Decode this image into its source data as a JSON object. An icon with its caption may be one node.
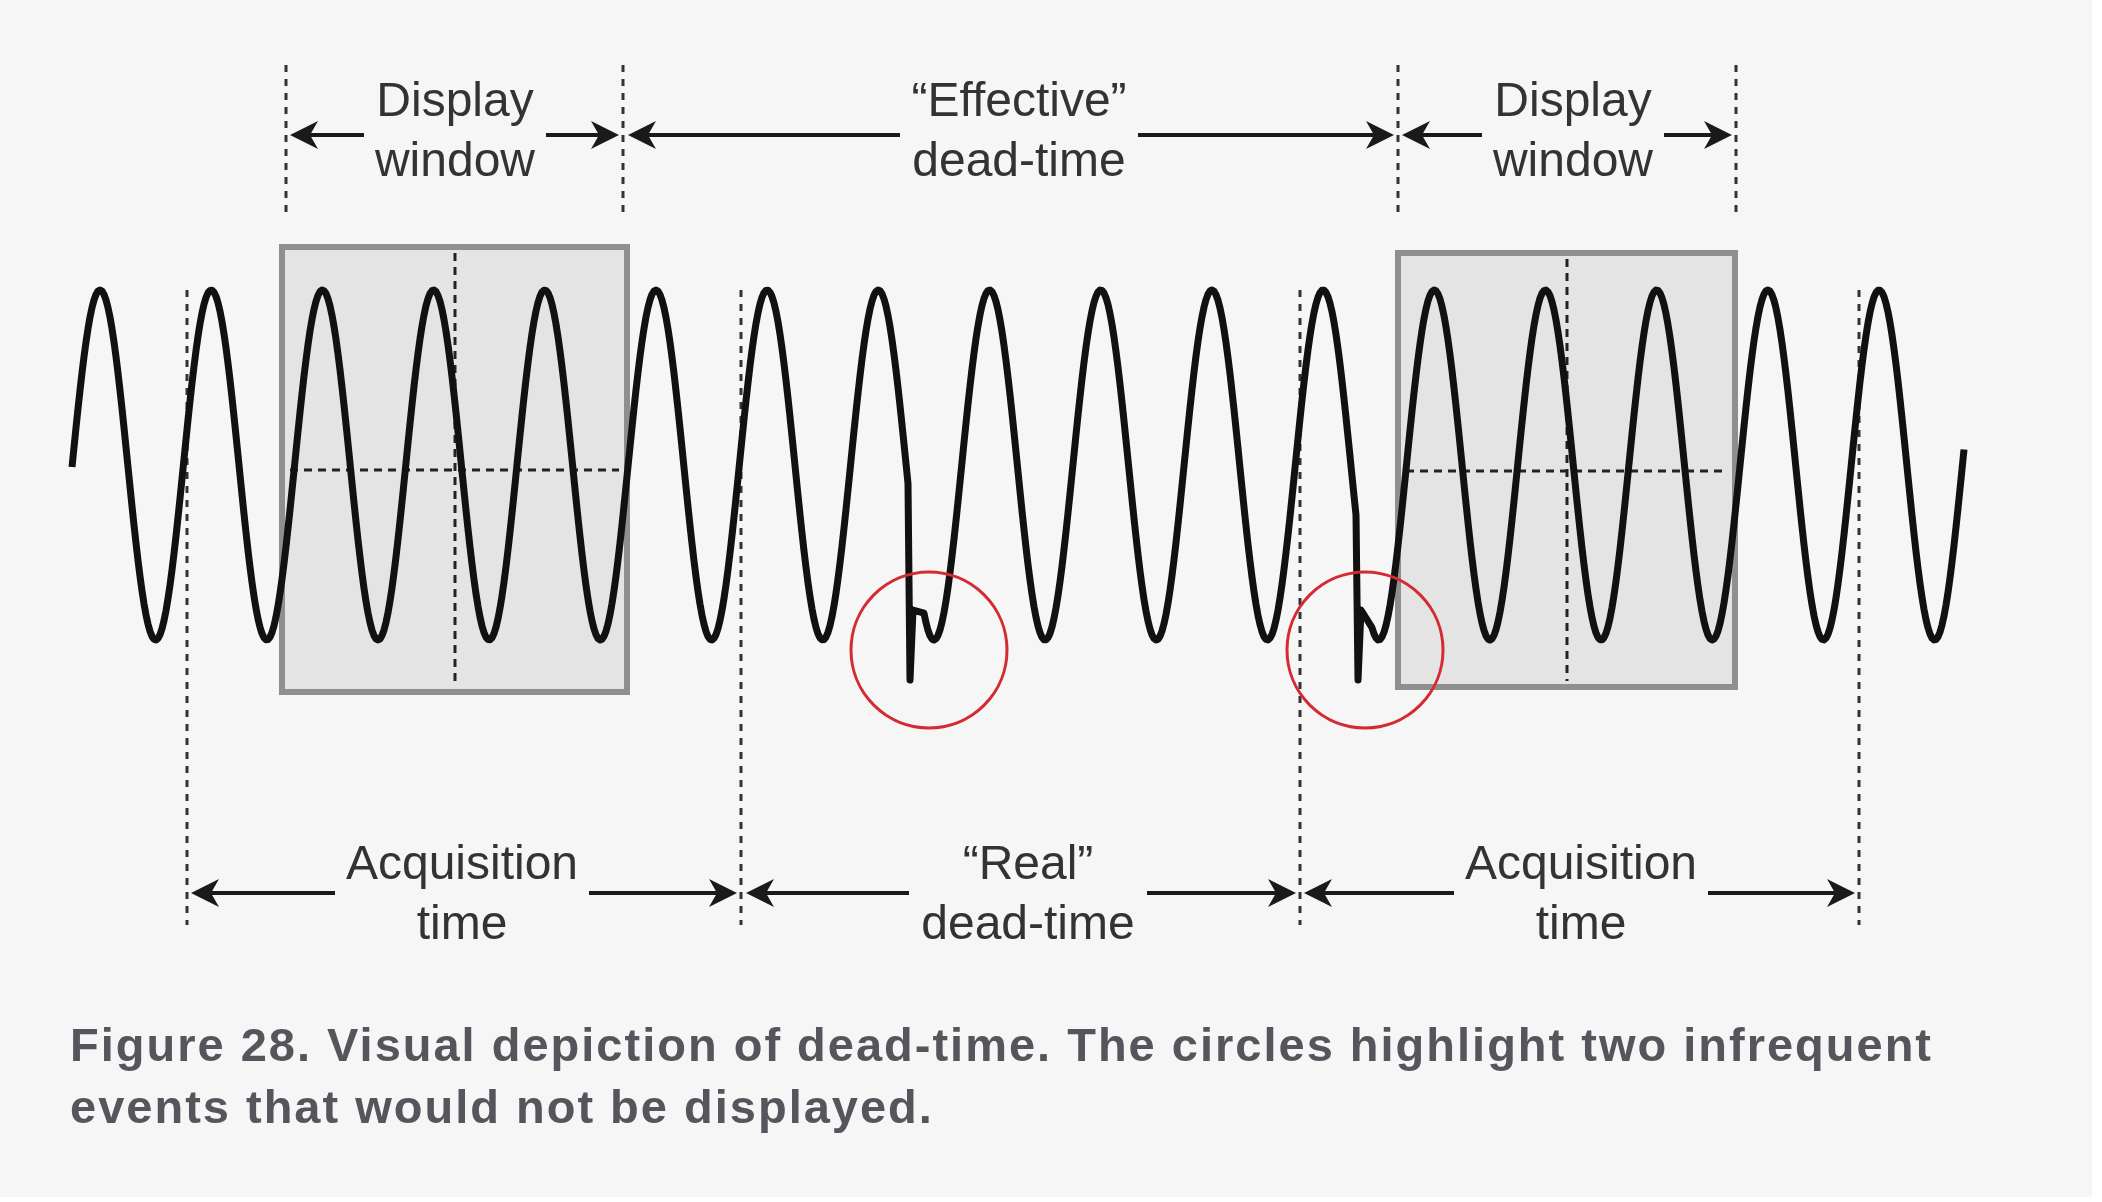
{
  "diagram": {
    "caption": "Figure 28. Visual depiction of dead-time. The circles highlight two infrequent events that would not be displayed.",
    "labels": [
      "Display window",
      "“Effective” dead-time",
      "Display window",
      "Acquisition time",
      "“Real” dead-time",
      "Acquisition time"
    ]
  }
}
